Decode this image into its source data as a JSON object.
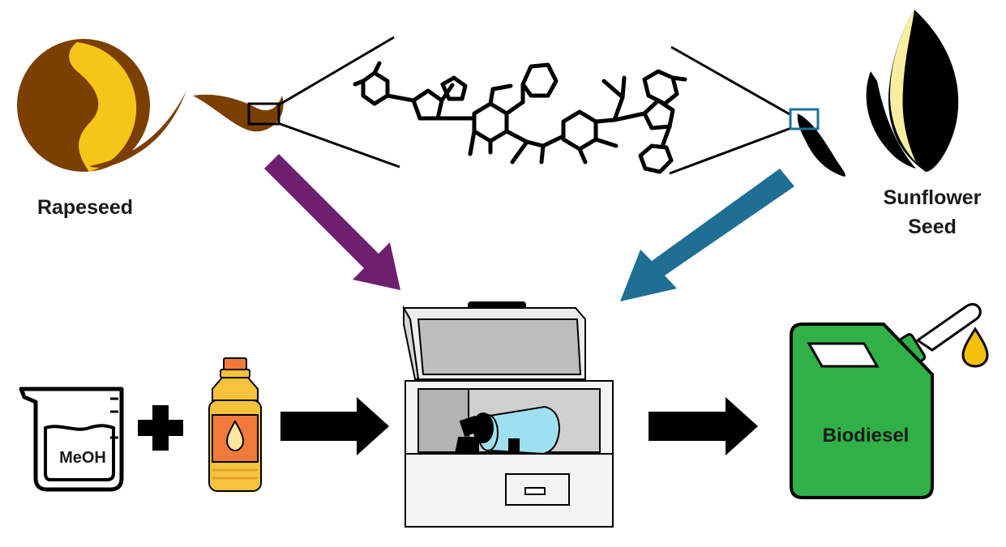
{
  "labels": {
    "rapeseed": "Rapeseed",
    "sunflower_line1": "Sunflower",
    "sunflower_line2": "Seed",
    "meoh": "MeOH",
    "biodiesel": "Biodiesel"
  },
  "colors": {
    "rapeseed_brown": "#7b3f00",
    "rapeseed_yellow": "#f5c518",
    "sunflower_black": "#000000",
    "sunflower_cream": "#f8f0a0",
    "arrow_purple": "#6e1f6e",
    "arrow_teal": "#1f6f94",
    "arrow_black": "#000000",
    "jerrycan_green": "#2fb148",
    "highlight_box_blue": "#1f6f9a",
    "bottle_yellow": "#f7c33c",
    "bottle_orange": "#f07a3a",
    "liquid_blue": "#9fe0f0"
  },
  "icons": [
    "rapeseed-icon",
    "rapeseed-hull-icon",
    "sunflower-seed-icon",
    "sunflower-hull-icon",
    "molecule-structure-icon",
    "beaker-icon",
    "plus-icon",
    "oil-bottle-icon",
    "ball-mill-machine-icon",
    "jerrycan-icon",
    "fuel-drop-icon"
  ]
}
